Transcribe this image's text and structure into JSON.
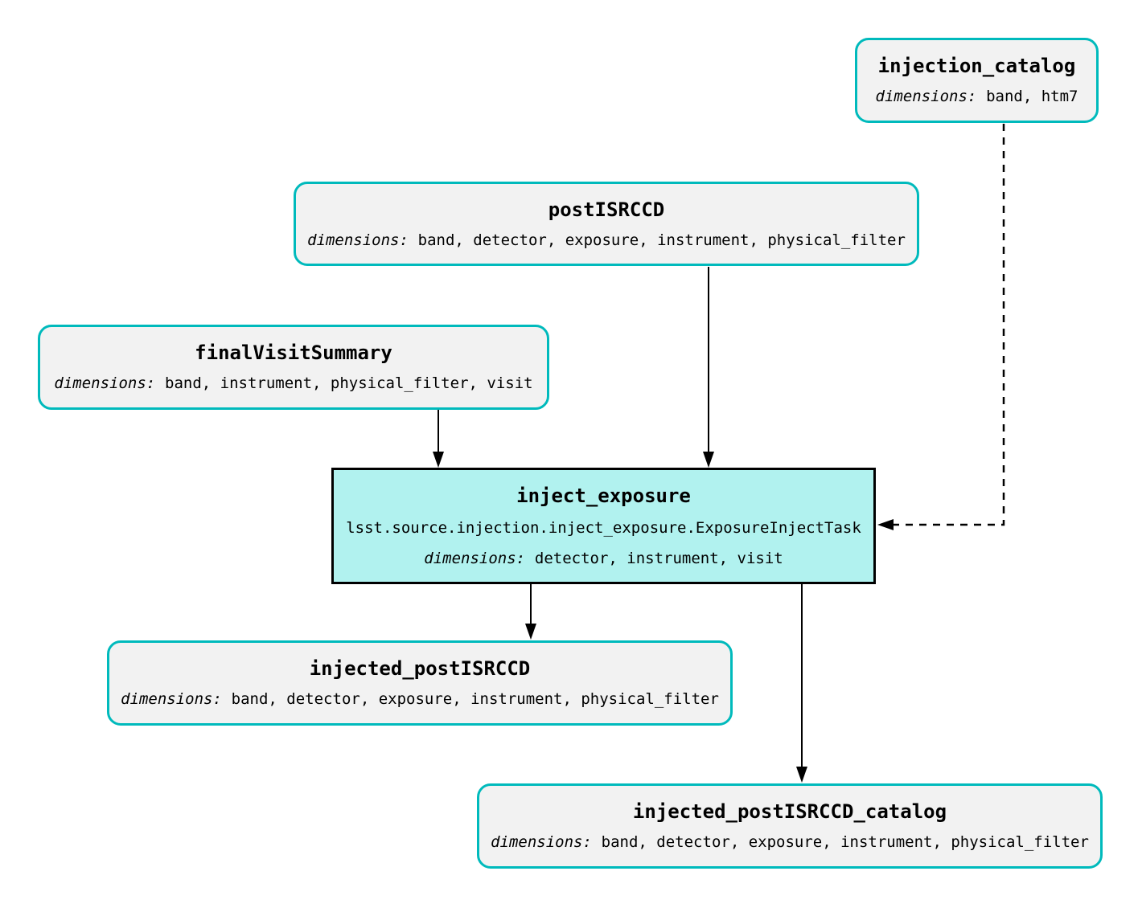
{
  "diagram_type": "pipeline-graph",
  "colors": {
    "background": "#FFFFFF",
    "dataset_border": "#00BABC",
    "dataset_fill": "#F2F2F2",
    "task_border": "#000000",
    "task_fill": "#B1F2EF",
    "edge": "#000000",
    "text": "#000000"
  },
  "nodes": {
    "injection_catalog": {
      "type": "dataset",
      "title": "injection_catalog",
      "dimensions_label": "dimensions:",
      "dimensions": "band, htm7"
    },
    "postISRCCD": {
      "type": "dataset",
      "title": "postISRCCD",
      "dimensions_label": "dimensions:",
      "dimensions": "band, detector, exposure, instrument, physical_filter"
    },
    "finalVisitSummary": {
      "type": "dataset",
      "title": "finalVisitSummary",
      "dimensions_label": "dimensions:",
      "dimensions": "band, instrument, physical_filter, visit"
    },
    "inject_exposure": {
      "type": "task",
      "title": "inject_exposure",
      "task_class": "lsst.source.injection.inject_exposure.ExposureInjectTask",
      "dimensions_label": "dimensions:",
      "dimensions": "detector, instrument, visit"
    },
    "injected_postISRCCD": {
      "type": "dataset",
      "title": "injected_postISRCCD",
      "dimensions_label": "dimensions:",
      "dimensions": "band, detector, exposure, instrument, physical_filter"
    },
    "injected_postISRCCD_catalog": {
      "type": "dataset",
      "title": "injected_postISRCCD_catalog",
      "dimensions_label": "dimensions:",
      "dimensions": "band, detector, exposure, instrument, physical_filter"
    }
  },
  "edges": [
    {
      "from": "postISRCCD",
      "to": "inject_exposure",
      "style": "solid"
    },
    {
      "from": "finalVisitSummary",
      "to": "inject_exposure",
      "style": "solid"
    },
    {
      "from": "injection_catalog",
      "to": "inject_exposure",
      "style": "dashed"
    },
    {
      "from": "inject_exposure",
      "to": "injected_postISRCCD",
      "style": "solid"
    },
    {
      "from": "inject_exposure",
      "to": "injected_postISRCCD_catalog",
      "style": "solid"
    }
  ]
}
